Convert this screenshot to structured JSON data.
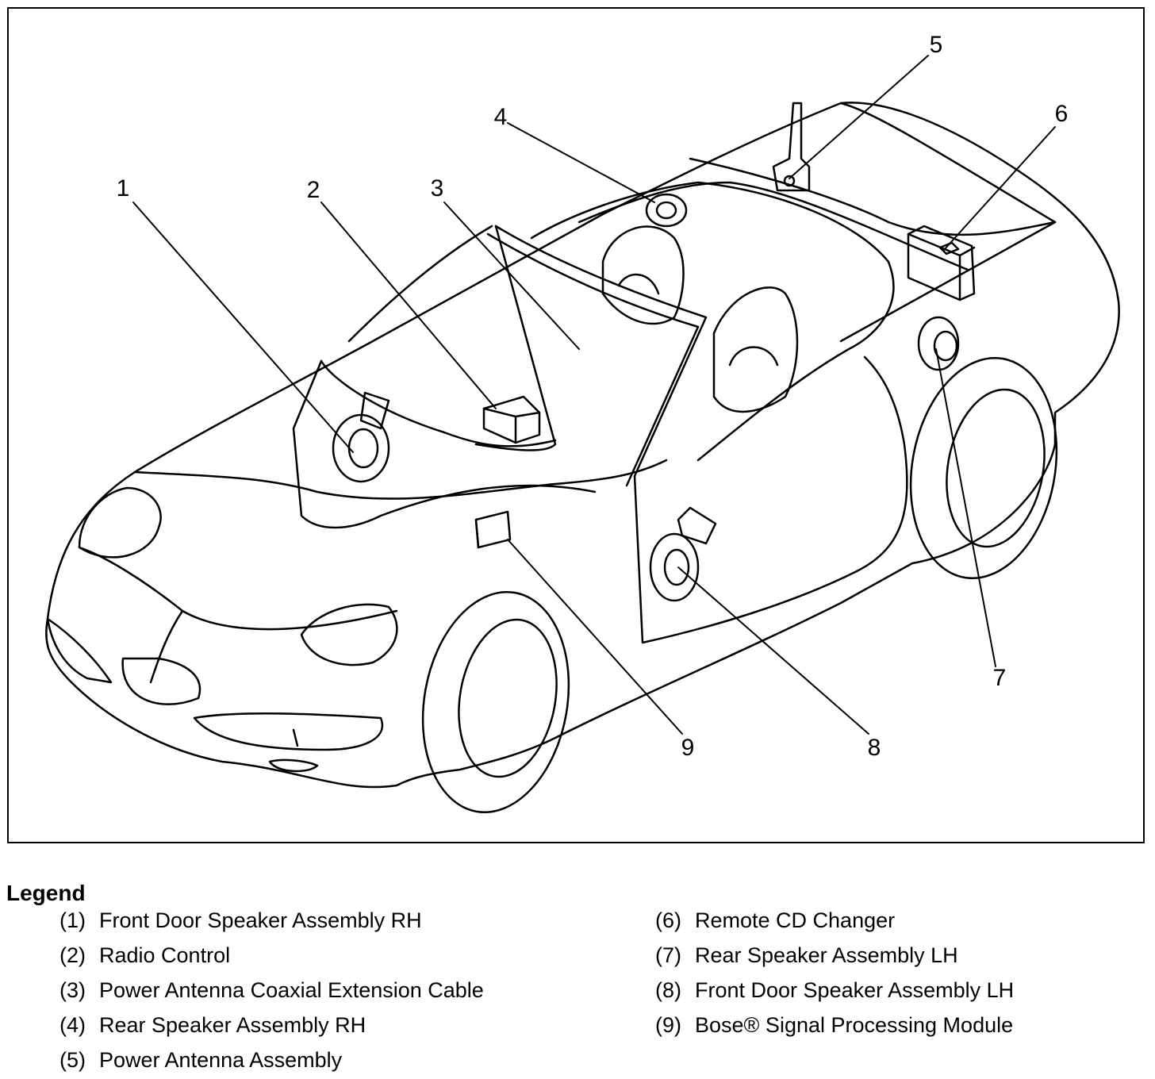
{
  "callouts": [
    "1",
    "2",
    "3",
    "4",
    "5",
    "6",
    "7",
    "8",
    "9"
  ],
  "legend": {
    "title": "Legend",
    "items": [
      {
        "num": "(1)",
        "text": "Front Door Speaker Assembly RH"
      },
      {
        "num": "(2)",
        "text": "Radio Control"
      },
      {
        "num": "(3)",
        "text": "Power Antenna Coaxial Extension Cable"
      },
      {
        "num": "(4)",
        "text": "Rear Speaker Assembly RH"
      },
      {
        "num": "(5)",
        "text": "Power Antenna Assembly"
      },
      {
        "num": "(6)",
        "text": "Remote CD Changer"
      },
      {
        "num": "(7)",
        "text": "Rear Speaker Assembly LH"
      },
      {
        "num": "(8)",
        "text": "Front Door Speaker Assembly LH"
      },
      {
        "num": "(9)",
        "text": "Bose® Signal Processing Module"
      }
    ]
  }
}
